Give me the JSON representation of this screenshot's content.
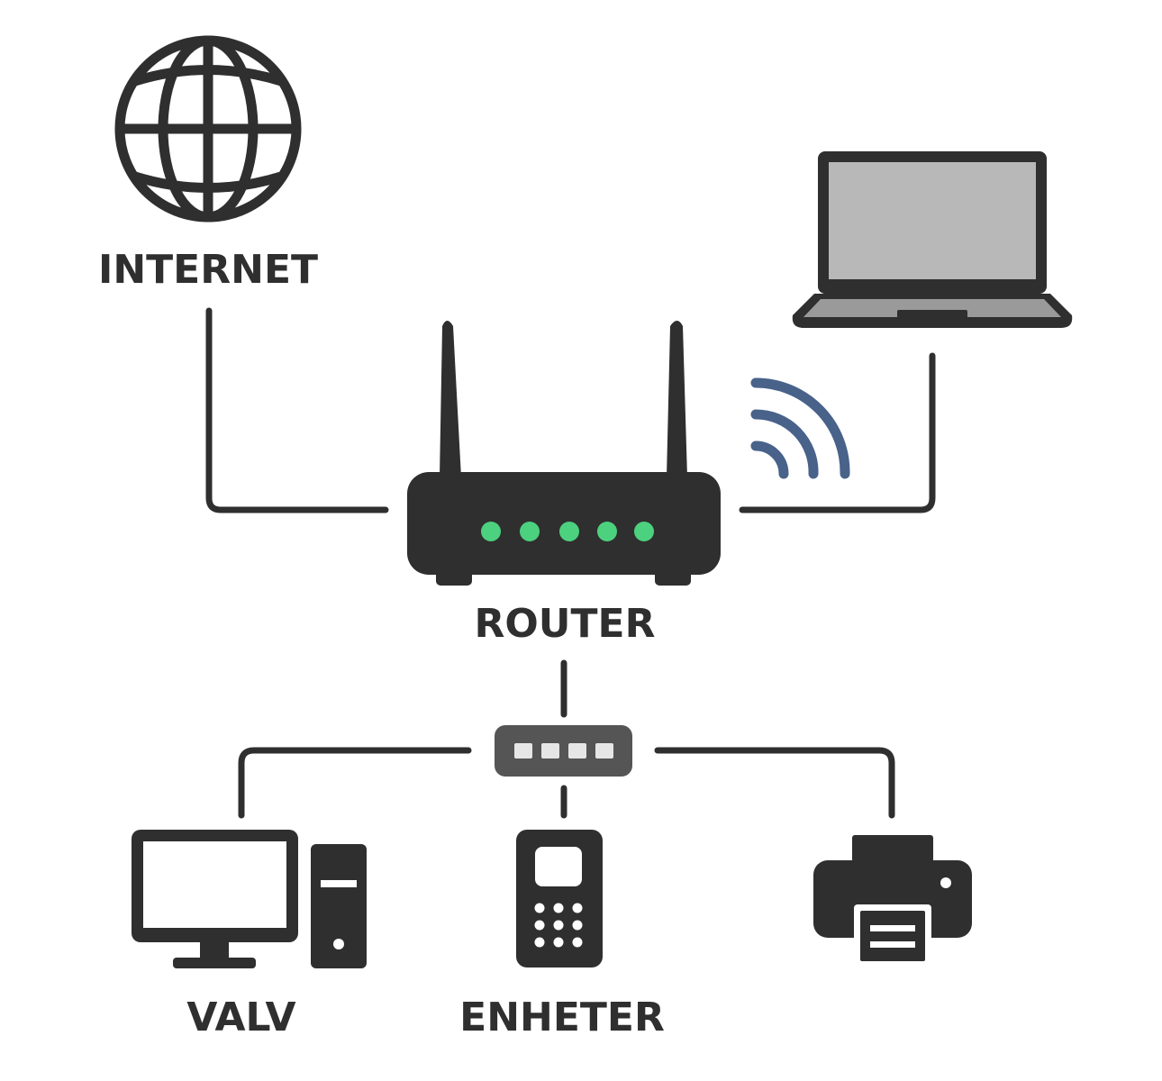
{
  "labels": {
    "internet": "INTERNET",
    "router": "ROUTER",
    "valv": "VALV",
    "enheter": "ENHETER"
  },
  "colors": {
    "ink": "#2f2f2f",
    "led": "#4cd17f",
    "wifi": "#48628a",
    "laptop_screen": "#b8b8b8",
    "laptop_body": "#9a9a9a",
    "switch_body": "#555555",
    "switch_port": "#e6e6e6"
  },
  "icons": {
    "internet": "globe-icon",
    "laptop": "laptop-icon",
    "wifi": "wifi-signal-icon",
    "router": "router-icon",
    "switch": "network-switch-icon",
    "desktop": "desktop-computer-icon",
    "phone": "phone-icon",
    "printer": "printer-icon"
  }
}
